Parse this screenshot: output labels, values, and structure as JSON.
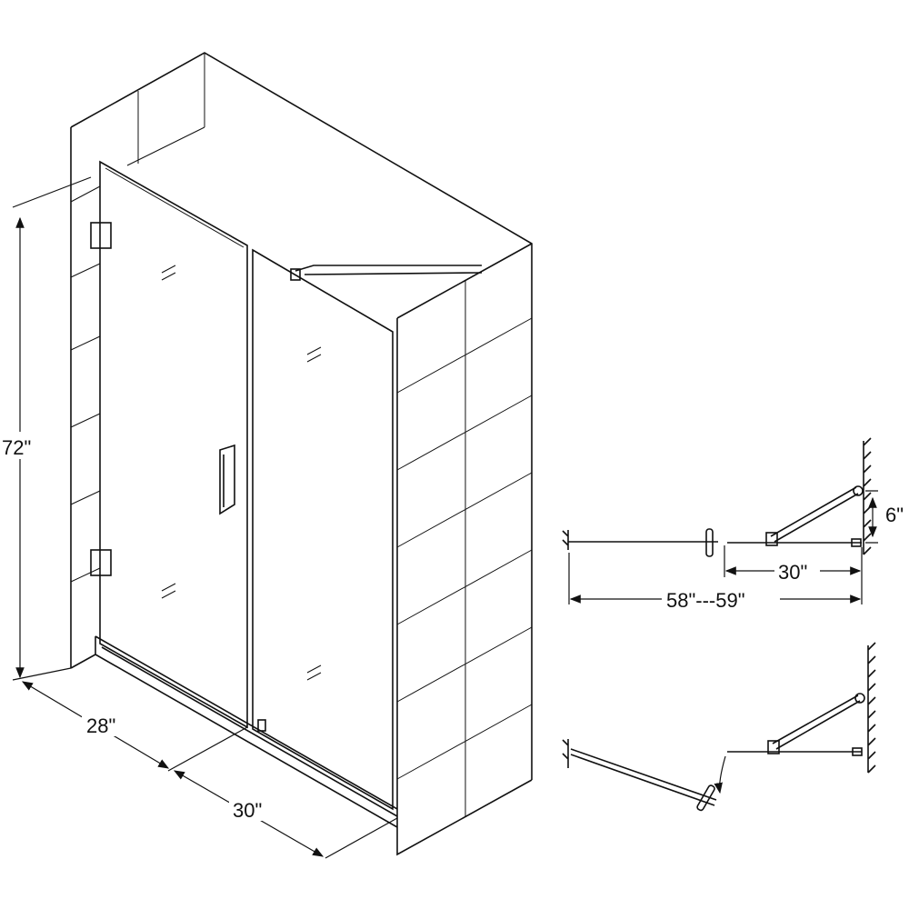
{
  "diagram": {
    "dimensions": {
      "height": "72\"",
      "depth_left": "28\"",
      "depth_right": "30\"",
      "brace_offset": "6\"",
      "fixed_panel_width": "30\"",
      "total_width": "58\"---59\""
    },
    "line_color": "#111111",
    "background": "#ffffff"
  }
}
